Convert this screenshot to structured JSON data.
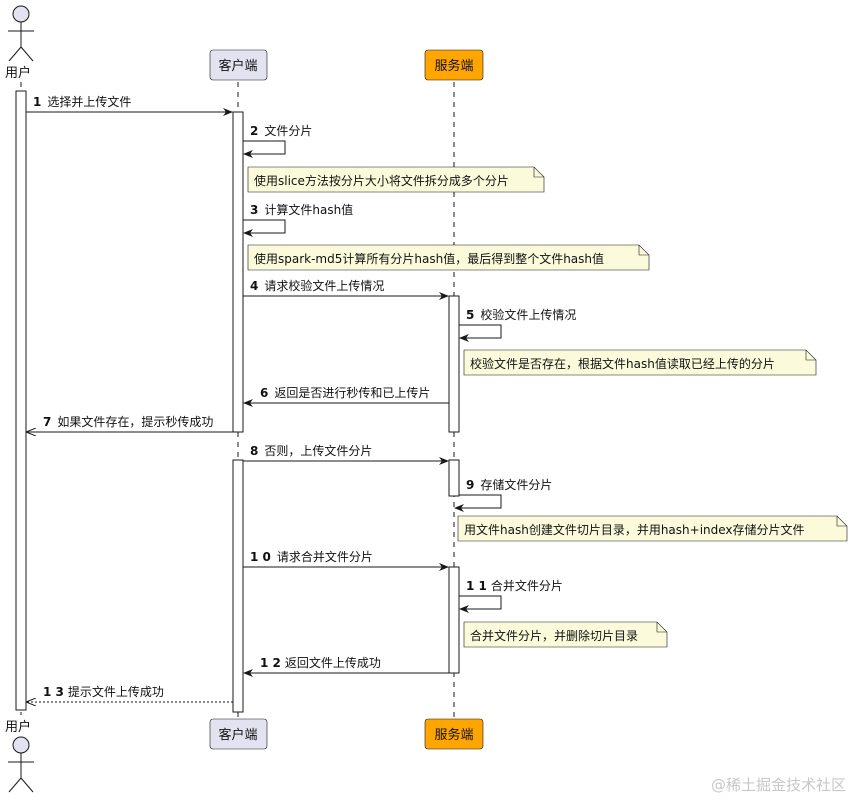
{
  "participants": {
    "user": "用户",
    "client": "客户端",
    "server": "服务端"
  },
  "colors": {
    "client_fill": "#e2e2f0",
    "server_fill": "#ffa500",
    "note_fill": "#fbfbdc",
    "activation_fill": "#ffffff",
    "line": "#181818"
  },
  "messages": [
    {
      "num": "1",
      "text": "选择并上传文件",
      "from": "user",
      "to": "client",
      "dashed": false
    },
    {
      "num": "2",
      "text": "文件分片",
      "from": "client",
      "to": "client",
      "dashed": false
    },
    {
      "num": "3",
      "text": "计算文件hash值",
      "from": "client",
      "to": "client",
      "dashed": false
    },
    {
      "num": "4",
      "text": "请求校验文件上传情况",
      "from": "client",
      "to": "server",
      "dashed": false
    },
    {
      "num": "5",
      "text": "校验文件上传情况",
      "from": "server",
      "to": "server",
      "dashed": false
    },
    {
      "num": "6",
      "text": "返回是否进行秒传和已上传片",
      "from": "server",
      "to": "client",
      "dashed": false
    },
    {
      "num": "7",
      "text": "如果文件存在，提示秒传成功",
      "from": "client",
      "to": "user",
      "dashed": false
    },
    {
      "num": "8",
      "text": "否则，上传文件分片",
      "from": "client",
      "to": "server",
      "dashed": false
    },
    {
      "num": "9",
      "text": "存储文件分片",
      "from": "server",
      "to": "server",
      "dashed": false
    },
    {
      "num": "1 0",
      "text": "请求合并文件分片",
      "from": "client",
      "to": "server",
      "dashed": false
    },
    {
      "num": "1 1",
      "text": "合并文件分片",
      "from": "server",
      "to": "server",
      "dashed": false
    },
    {
      "num": "1 2",
      "text": "返回文件上传成功",
      "from": "server",
      "to": "client",
      "dashed": false
    },
    {
      "num": "1 3",
      "text": "提示文件上传成功",
      "from": "client",
      "to": "user",
      "dashed": true
    }
  ],
  "notes": [
    "使用slice方法按分片大小将文件拆分成多个分片",
    "使用spark-md5计算所有分片hash值，最后得到整个文件hash值",
    "校验文件是否存在，根据文件hash值读取已经上传的分片",
    "用文件hash创建文件切片目录，并用hash+index存储分片文件",
    "合并文件分片，并删除切片目录"
  ],
  "watermark": "@稀土掘金技术社区",
  "icons": {
    "actor": "stick-figure-icon"
  }
}
